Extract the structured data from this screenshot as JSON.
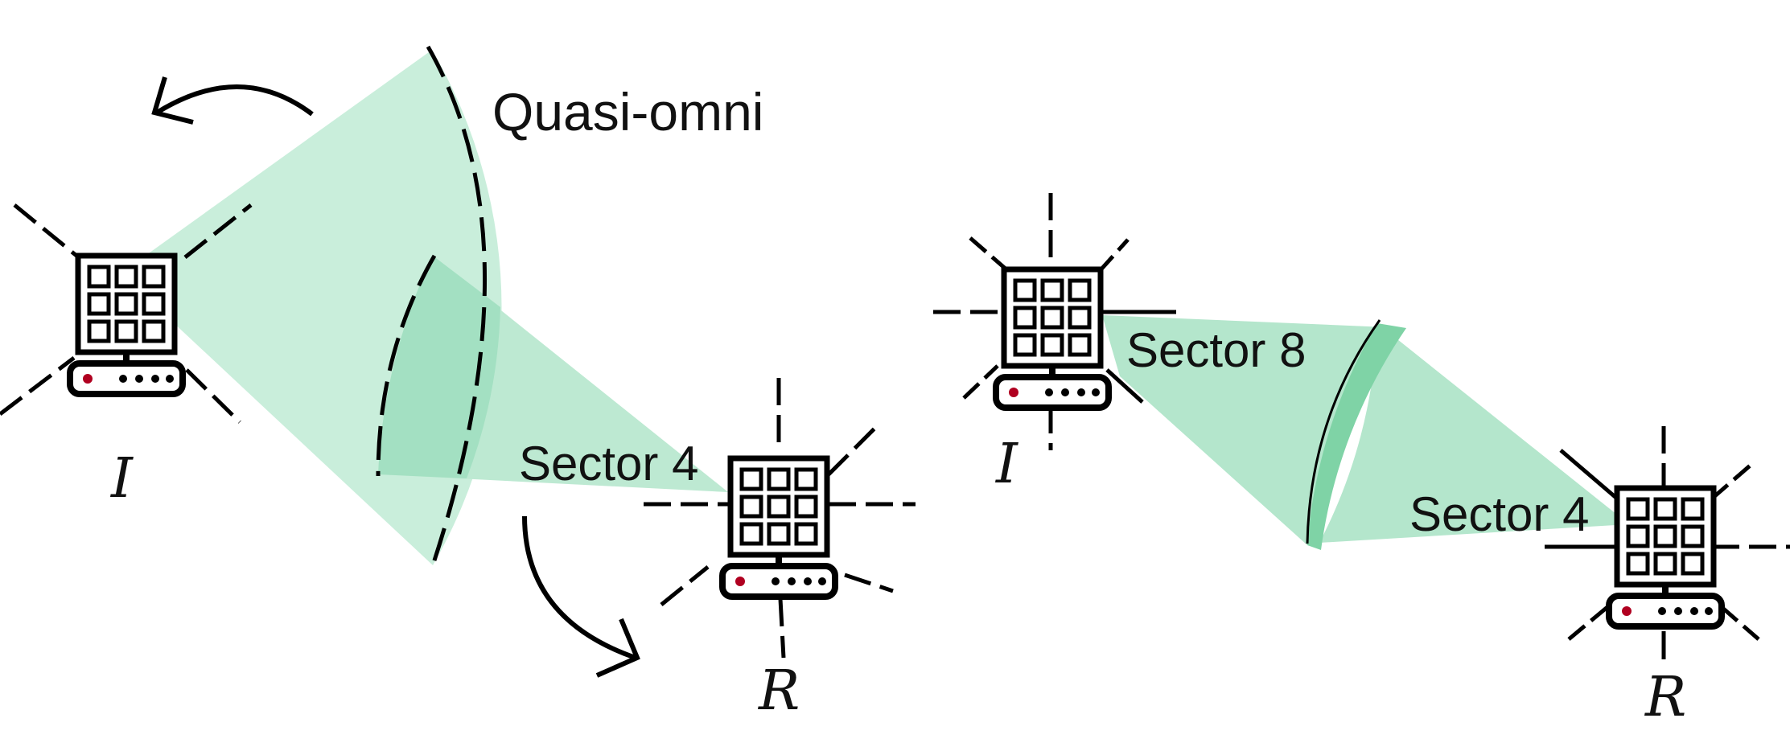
{
  "labels": {
    "quasi_omni": "Quasi-omni",
    "left_sector_r": "Sector 4",
    "right_sector_i": "Sector 8",
    "right_sector_r": "Sector 4",
    "left_initiator": "I",
    "left_responder": "R",
    "right_initiator": "I",
    "right_responder": "R"
  },
  "colors": {
    "beam_light": "#c9eedb",
    "beam_mid": "#a9e3c7",
    "beam_dark": "#7fd3a6",
    "ink": "#000000",
    "led": "#b00020"
  },
  "icons": {
    "device": "phased-array-router-icon",
    "rotate_arrow": "curved-arrow-icon"
  }
}
